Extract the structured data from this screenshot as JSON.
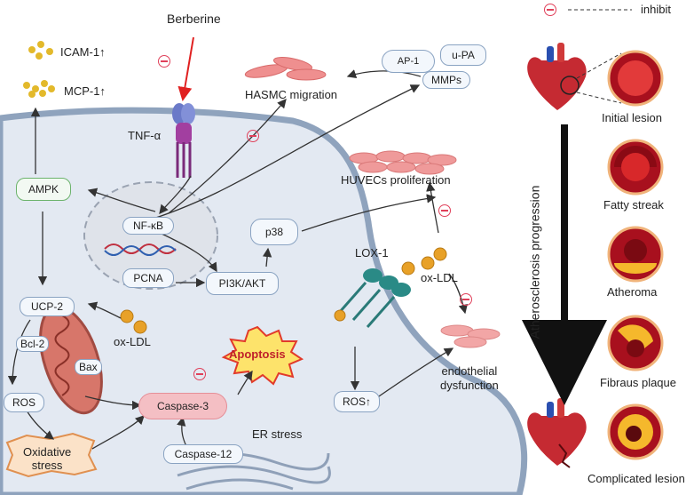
{
  "legend": {
    "inhibit_label": "inhibit"
  },
  "labels": {
    "berberine": "Berberine",
    "icam": "ICAM-1↑",
    "mcp": "MCP-1↑",
    "tnf": "TNF-α",
    "hasmc": "HASMC migration",
    "huvec": "HUVECs proliferation",
    "lox": "LOX-1",
    "oxldl_right": "ox-LDL",
    "oxldl_left": "ox-LDL",
    "bcl2": "Bcl-2",
    "bax": "Bax",
    "apoptosis": "Apoptosis",
    "er_stress": "ER stress",
    "endo": "endothelial\ndysfunction",
    "oxidative": "Oxidative\nstress",
    "progression": "Atherosclerosis progression"
  },
  "nodes": {
    "ap1": "AP-1",
    "upa": "u-PA",
    "mmps": "MMPs",
    "ampk": "AMPK",
    "nfkb": "NF-κB",
    "pcna": "PCNA",
    "p38": "p38",
    "pi3k": "PI3K/AKT",
    "ucp2": "UCP-2",
    "ros": "ROS",
    "ros_up": "ROS↑",
    "caspase3": "Caspase-3",
    "caspase12": "Caspase-12"
  },
  "stages": [
    {
      "label": "Initial lesion"
    },
    {
      "label": "Fatty streak"
    },
    {
      "label": "Atheroma"
    },
    {
      "label": "Fibraus plaque"
    },
    {
      "label": "Complicated lesion"
    }
  ],
  "colors": {
    "inhibit": "#e0405a",
    "berberine_arrow": "#e02020",
    "membrane": "#8fa3bd",
    "cytoplasm": "#e3e9f2",
    "vessel": "#a8101e"
  }
}
